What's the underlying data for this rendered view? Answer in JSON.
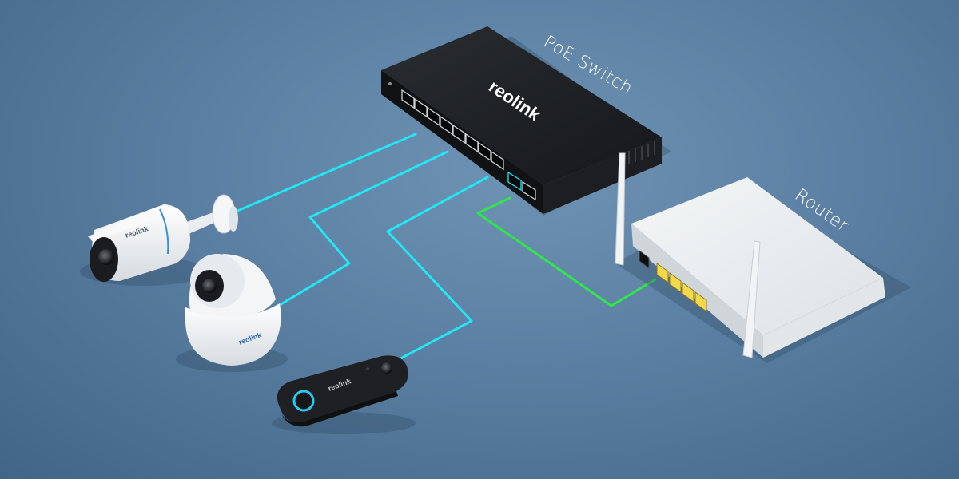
{
  "labels": {
    "switch": "PoE Switch",
    "router": "Router"
  },
  "brand": {
    "switch": "reolink",
    "bullet_camera": "reolink",
    "dome_camera": "reolink",
    "doorbell": "reolink"
  },
  "colors": {
    "background": "#5b7fa2",
    "poe_cable": "#22e6f2",
    "uplink_cable": "#2ee84a",
    "router_lan_ports": "#f2d84a",
    "switch_body": "#1b1d20",
    "router_body": "#eceff1",
    "doorbell_ring": "#27c8f0"
  },
  "icons": {
    "switch": "poe-switch-device",
    "router": "wifi-router-device",
    "bullet_camera": "bullet-camera-device",
    "dome_camera": "dome-camera-device",
    "doorbell": "video-doorbell-device"
  }
}
